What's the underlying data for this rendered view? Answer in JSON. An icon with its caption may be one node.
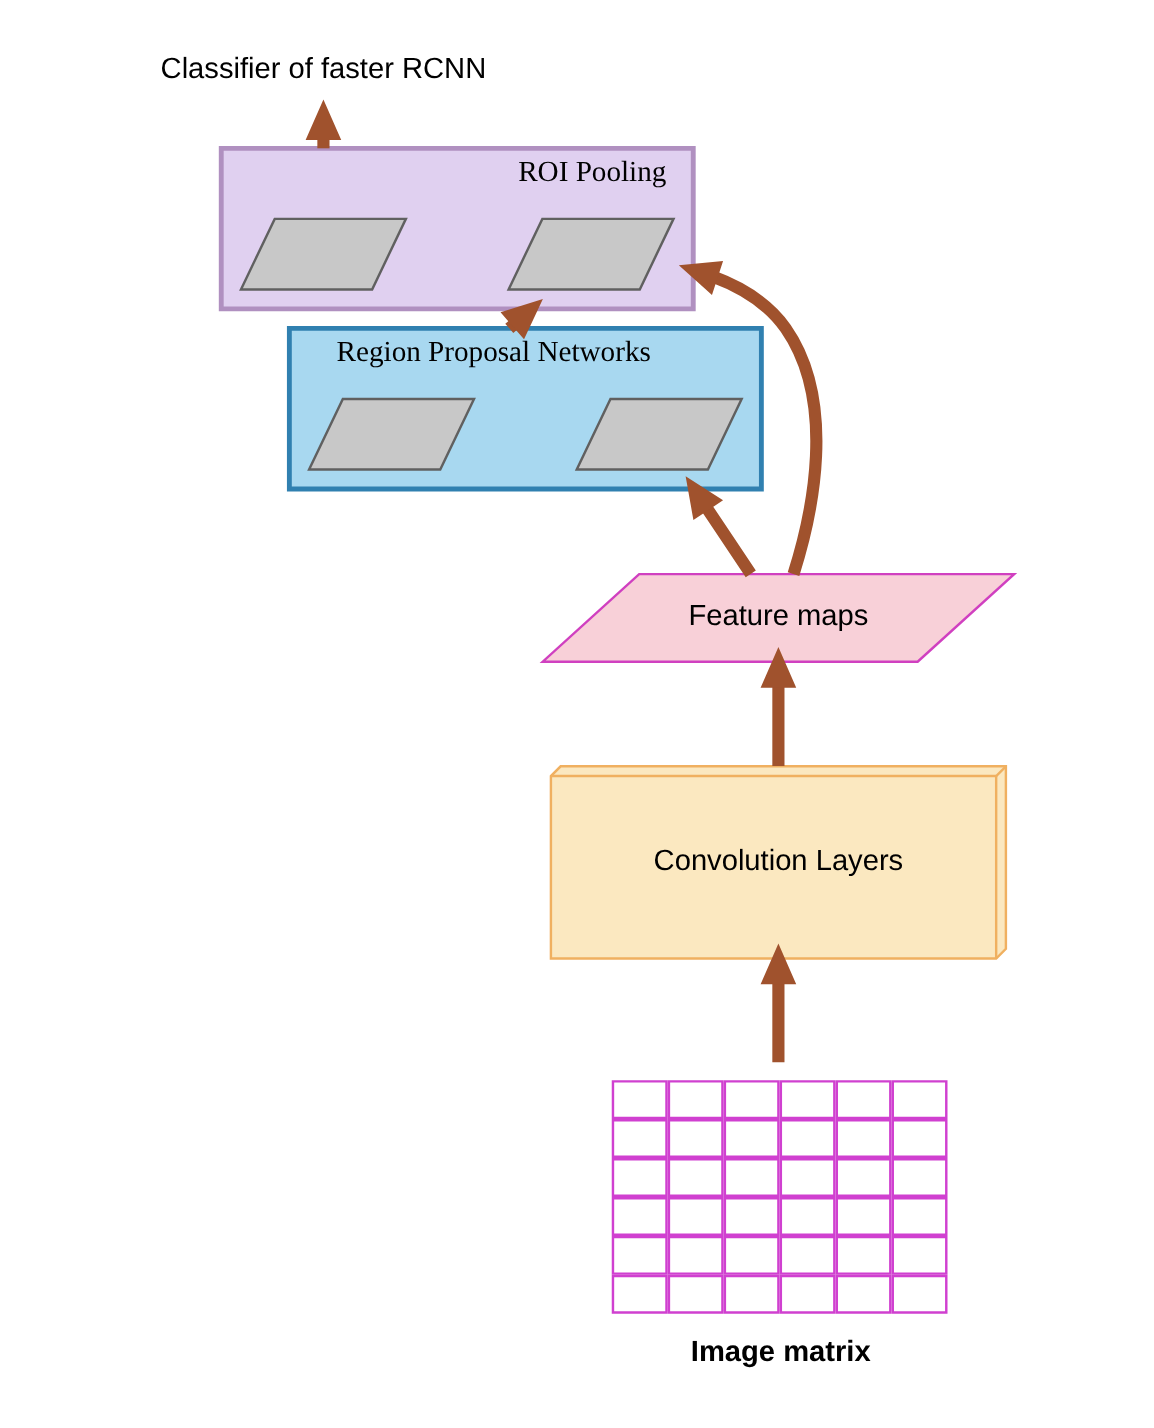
{
  "diagram": {
    "nodes": [
      {
        "text": [
          "Image matrix"
        ]
      },
      {
        "text": [
          "Convolution Layers"
        ]
      },
      {
        "text": [
          "Feature maps"
        ]
      },
      {
        "text": [
          "Region Proposal Networks"
        ]
      },
      {
        "text": [],
        "shape": "parallelogram",
        "in": 3
      },
      {
        "text": [],
        "shape": "parallelogram",
        "in": 3
      },
      {
        "text": [
          "ROI Pooling"
        ]
      },
      {
        "text": [],
        "shape": "parallelogram",
        "in": 6
      },
      {
        "text": [],
        "shape": "parallelogram",
        "in": 6
      },
      {
        "text": [
          "Classifier of faster RCNN"
        ]
      }
    ],
    "edges": [
      {
        "from": 0,
        "to": 1,
        "arrow": "to"
      },
      {
        "from": 1,
        "to": 2,
        "arrow": "to"
      },
      {
        "from": 2,
        "to": 3,
        "arrow": "to"
      },
      {
        "from": 2,
        "to": 6,
        "arrow": "to"
      },
      {
        "from": 3,
        "to": 6,
        "arrow": "to"
      },
      {
        "from": 6,
        "to": 9,
        "arrow": "to"
      }
    ]
  }
}
